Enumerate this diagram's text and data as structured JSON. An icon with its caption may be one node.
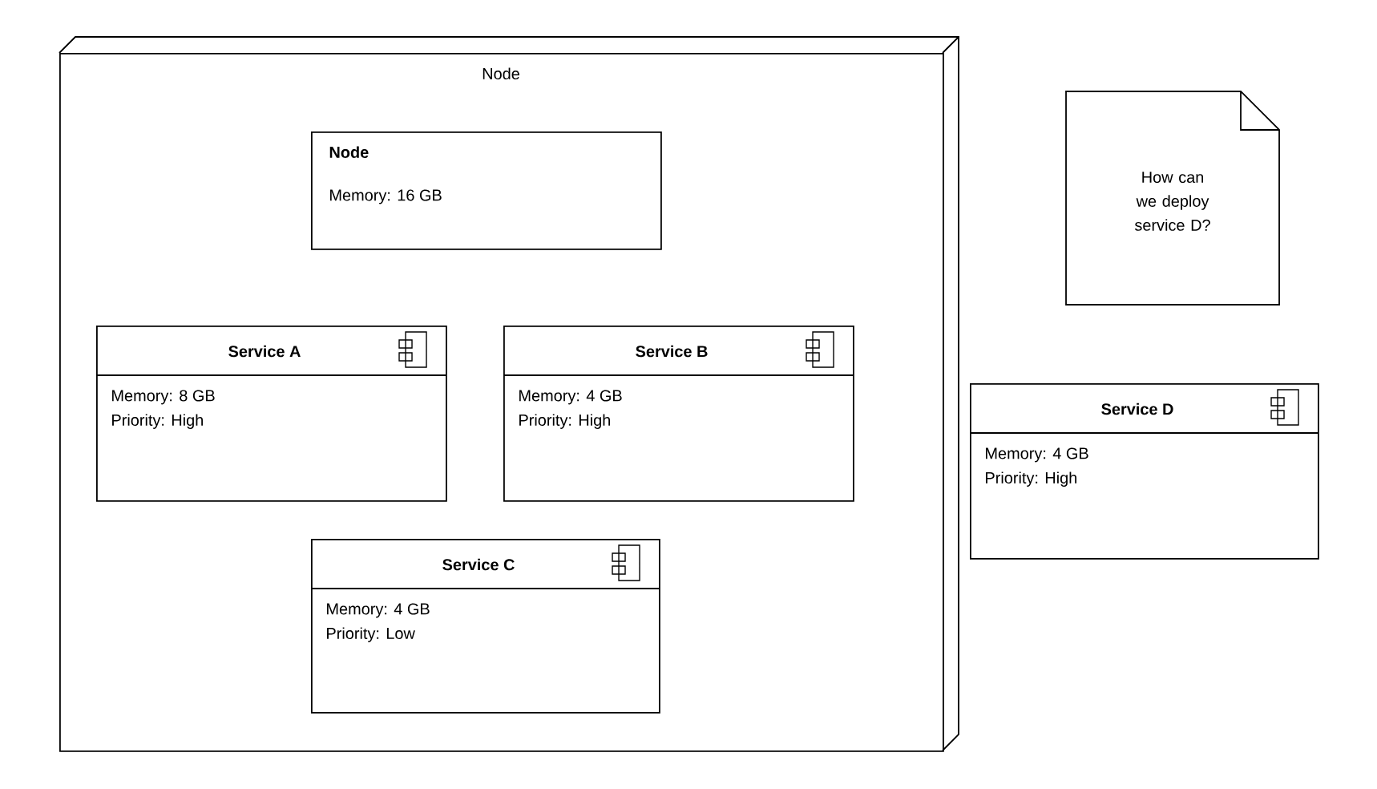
{
  "diagram": {
    "nodes": [
      {
        "text": [
          "Node"
        ]
      },
      {
        "text": [
          "Node",
          "Memory: 16 GB"
        ],
        "in": 0
      },
      {
        "text": [
          "Service A",
          "Memory: 8 GB",
          "Priority: High"
        ],
        "in": 0
      },
      {
        "text": [
          "Service B",
          "Memory: 4 GB",
          "Priority: High"
        ],
        "in": 0
      },
      {
        "text": [
          "Service C",
          "Memory: 4 GB",
          "Priority: Low"
        ],
        "in": 0
      },
      {
        "text": [
          "How can we deploy service D?"
        ]
      },
      {
        "text": [
          "Service D",
          "Memory: 4 GB",
          "Priority: High"
        ]
      }
    ],
    "edges": []
  }
}
